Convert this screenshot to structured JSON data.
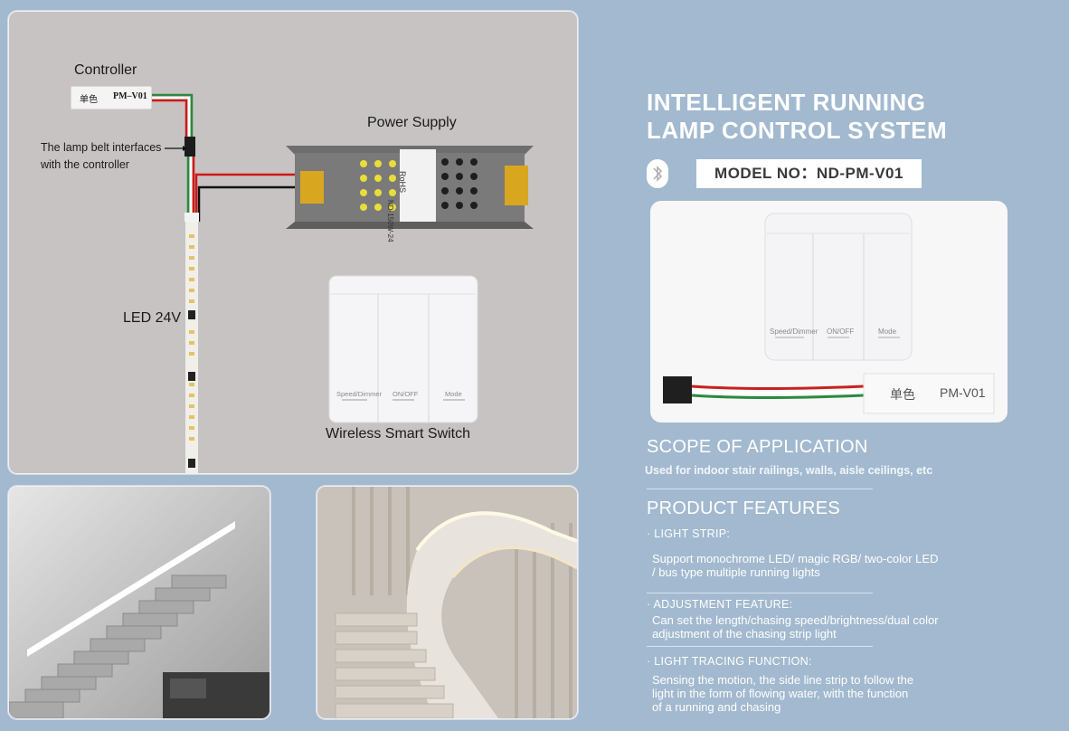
{
  "diagram": {
    "controller_label": "Controller",
    "controller_tag_a": "单色",
    "controller_tag_b": "PM–V01",
    "interface_note_line1": "The lamp belt interfaces",
    "interface_note_line2": "with the controller",
    "power_supply_label": "Power Supply",
    "led_label": "LED 24V",
    "switch_label": "Wireless Smart Switch",
    "psu_model": "ND-150W-24",
    "psu_rohs": "RoHS",
    "switch_buttons": [
      "Speed/Dimmer",
      "ON/OFF",
      "Mode"
    ]
  },
  "header": {
    "title_line1": "INTELLIGENT RUNNING",
    "title_line2": "LAMP CONTROL SYSTEM",
    "model_text": "MODEL NO：ND-PM-V01"
  },
  "product": {
    "switch_buttons": [
      "Speed/Dimmer",
      "ON/OFF",
      "Mode"
    ],
    "tag_a": "单色",
    "tag_b": "PM-V01"
  },
  "scope": {
    "heading": "SCOPE OF APPLICATION",
    "text": "Used for indoor stair railings, walls, aisle ceilings, etc"
  },
  "features": {
    "heading": "PRODUCT FEATURES",
    "items": [
      {
        "title": "· LIGHT STRIP:",
        "lines": [
          "Support monochrome LED/ magic RGB/ two-color LED",
          "/ bus type multiple running lights"
        ]
      },
      {
        "title": "· ADJUSTMENT FEATURE:",
        "lines": [
          "Can set the length/chasing speed/brightness/dual color",
          "adjustment of the chasing strip light"
        ]
      },
      {
        "title": "· LIGHT TRACING FUNCTION:",
        "lines": [
          "Sensing the motion, the side line strip to follow the",
          "light in the form of flowing water, with the function",
          "of a running and chasing"
        ]
      }
    ]
  },
  "colors": {
    "background": "#a2b9cf",
    "diagram_bg": "#c7c3c3",
    "wire_red": "#d01818",
    "wire_green": "#2b8a3e"
  }
}
